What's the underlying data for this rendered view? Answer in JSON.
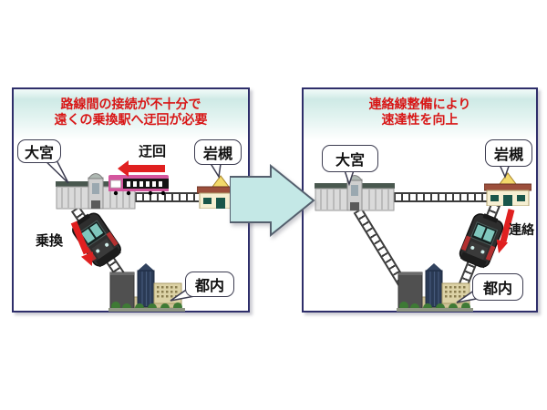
{
  "before": {
    "title_line1": "路線間の接続が不十分で",
    "title_line2": "遠くの乗換駅へ迂回が必要",
    "station_omiya": "大宮",
    "station_iwatsuki": "岩槻",
    "station_tonai": "都内",
    "label_detour": "迂回",
    "label_transfer": "乗換"
  },
  "after": {
    "title_line1": "連絡線整備により",
    "title_line2": "速達性を向上",
    "station_omiya": "大宮",
    "station_iwatsuki": "岩槻",
    "station_tonai": "都内",
    "label_connect": "連絡"
  },
  "colors": {
    "title_red": "#d81616",
    "arrow_red": "#e02020",
    "panel_border": "#2e2e6a",
    "header_teal": "#cfeae6",
    "big_arrow_fill": "#c4e8e6",
    "train_pink": "#d4569e"
  }
}
